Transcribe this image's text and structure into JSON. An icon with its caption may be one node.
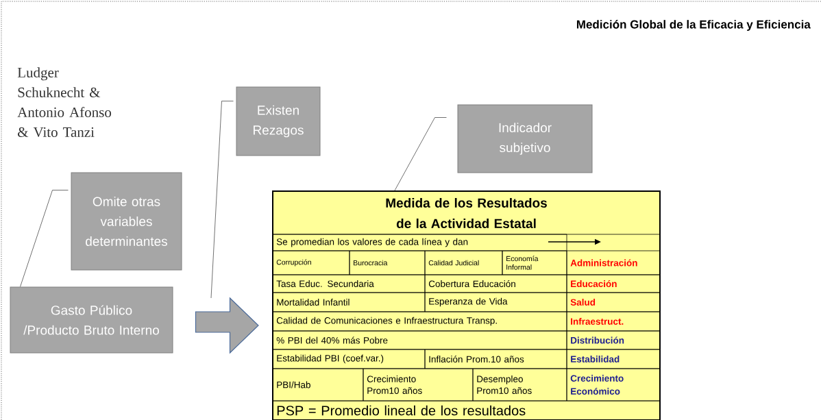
{
  "diagram": {
    "title": "Medición Global de la Eficacia y Eficiencia",
    "nodes": [
      {
        "text": [
          "Omite otras variables determinantes"
        ]
      },
      {
        "text": [
          "Existen Rezagos"
        ]
      },
      {
        "text": [
          "Indicador subjetivo"
        ]
      },
      {
        "text": [
          "Gasto Público /Producto Bruto Interno"
        ]
      },
      {
        "text": [
          "Medida de los Resultados de la Actividad Estatal",
          "Se promedian los valores de cada línea y dan",
          "Corrupción",
          "Burocracia",
          "Calidad Judicial",
          "Economía Informal",
          "Administración",
          "Tasa Educ. Secundaria",
          "Cobertura Educación",
          "Educación",
          "Mortalidad Infantil",
          "Esperanza de Vida",
          "Salud",
          "Calidad de Comunicaciones e Infraestructura Transp.",
          "Infraestruct.",
          "% PBI del 40% más Pobre",
          "Distribución",
          "Estabilidad PBI (coef.var.)",
          "Inflación Prom.10 años",
          "Estabilidad",
          "PBI/Hab",
          "Crecimiento Prom10 años",
          "Desempleo Prom10 años",
          "Crecimiento Económico",
          "PSP = Promedio lineal de los resultados"
        ]
      }
    ],
    "edges": [
      {
        "from": 0,
        "to": 3,
        "arrow": "none"
      },
      {
        "from": 1,
        "to": null,
        "arrow": "none"
      },
      {
        "from": 2,
        "to": 4,
        "arrow": "none"
      },
      {
        "from": 3,
        "to": 4,
        "arrow": "to"
      }
    ],
    "labels": [
      "Ludger Schuknecht & Antonio Afonso & Vito Tanzi"
    ]
  }
}
